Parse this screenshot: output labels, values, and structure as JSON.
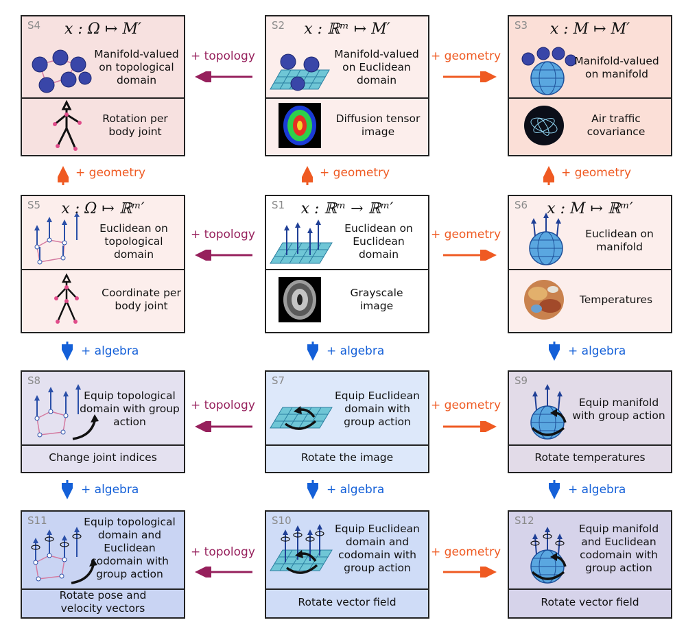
{
  "colors": {
    "topology": "#96205c",
    "geometry": "#ef5a22",
    "algebra": "#1460d8",
    "pink_bg": "#f7e1e0",
    "light_pink_bg": "#fceeec",
    "peach_bg": "#fbdfd7",
    "white_bg": "#ffffff",
    "lavender_bg": "#e4e1f0",
    "light_blue_bg": "#dde8fa",
    "mauve_bg": "#e2dbe8",
    "blue_bg": "#c9d4f3",
    "mid_blue_bg": "#cfdcf7",
    "lilac_bg": "#d6d3ea"
  },
  "boxes": {
    "s4": {
      "id": "S4",
      "formula": "x : Ω ↦ M′",
      "desc": "Manifold-valued on topological domain",
      "bottom": "Rotation per body joint"
    },
    "s2": {
      "id": "S2",
      "formula": "x : ℝᵐ ↦ M′",
      "desc": "Manifold-valued on Euclidean domain",
      "bottom": "Diffusion tensor image"
    },
    "s3": {
      "id": "S3",
      "formula": "x : M ↦ M′",
      "desc": "Manifold-valued on manifold",
      "bottom": "Air traffic covariance"
    },
    "s5": {
      "id": "S5",
      "formula": "x : Ω ↦ ℝᵐ′",
      "desc": "Euclidean on topological domain",
      "bottom": "Coordinate per body joint"
    },
    "s1": {
      "id": "S1",
      "formula": "x : ℝᵐ → ℝᵐ′",
      "desc": "Euclidean on Euclidean domain",
      "bottom": "Grayscale image"
    },
    "s6": {
      "id": "S6",
      "formula": "x : M ↦ ℝᵐ′",
      "desc": "Euclidean on manifold",
      "bottom": "Temperatures"
    },
    "s8": {
      "id": "S8",
      "desc": "Equip topological domain with group action",
      "bottom": "Change joint indices"
    },
    "s7": {
      "id": "S7",
      "desc": "Equip Euclidean domain with group action",
      "bottom": "Rotate the image"
    },
    "s9": {
      "id": "S9",
      "desc": "Equip manifold with group action",
      "bottom": "Rotate temperatures"
    },
    "s11": {
      "id": "S11",
      "desc": "Equip topological domain and Euclidean codomain with group action",
      "bottom": "Rotate pose and velocity vectors"
    },
    "s10": {
      "id": "S10",
      "desc": "Equip Euclidean domain and codomain with group action",
      "bottom": "Rotate vector field"
    },
    "s12": {
      "id": "S12",
      "desc": "Equip manifold and Euclidean codomain with group action",
      "bottom": "Rotate vector field"
    }
  },
  "labels": {
    "topology": "+ topology",
    "geometry": "+ geometry",
    "algebra": "+ algebra"
  }
}
